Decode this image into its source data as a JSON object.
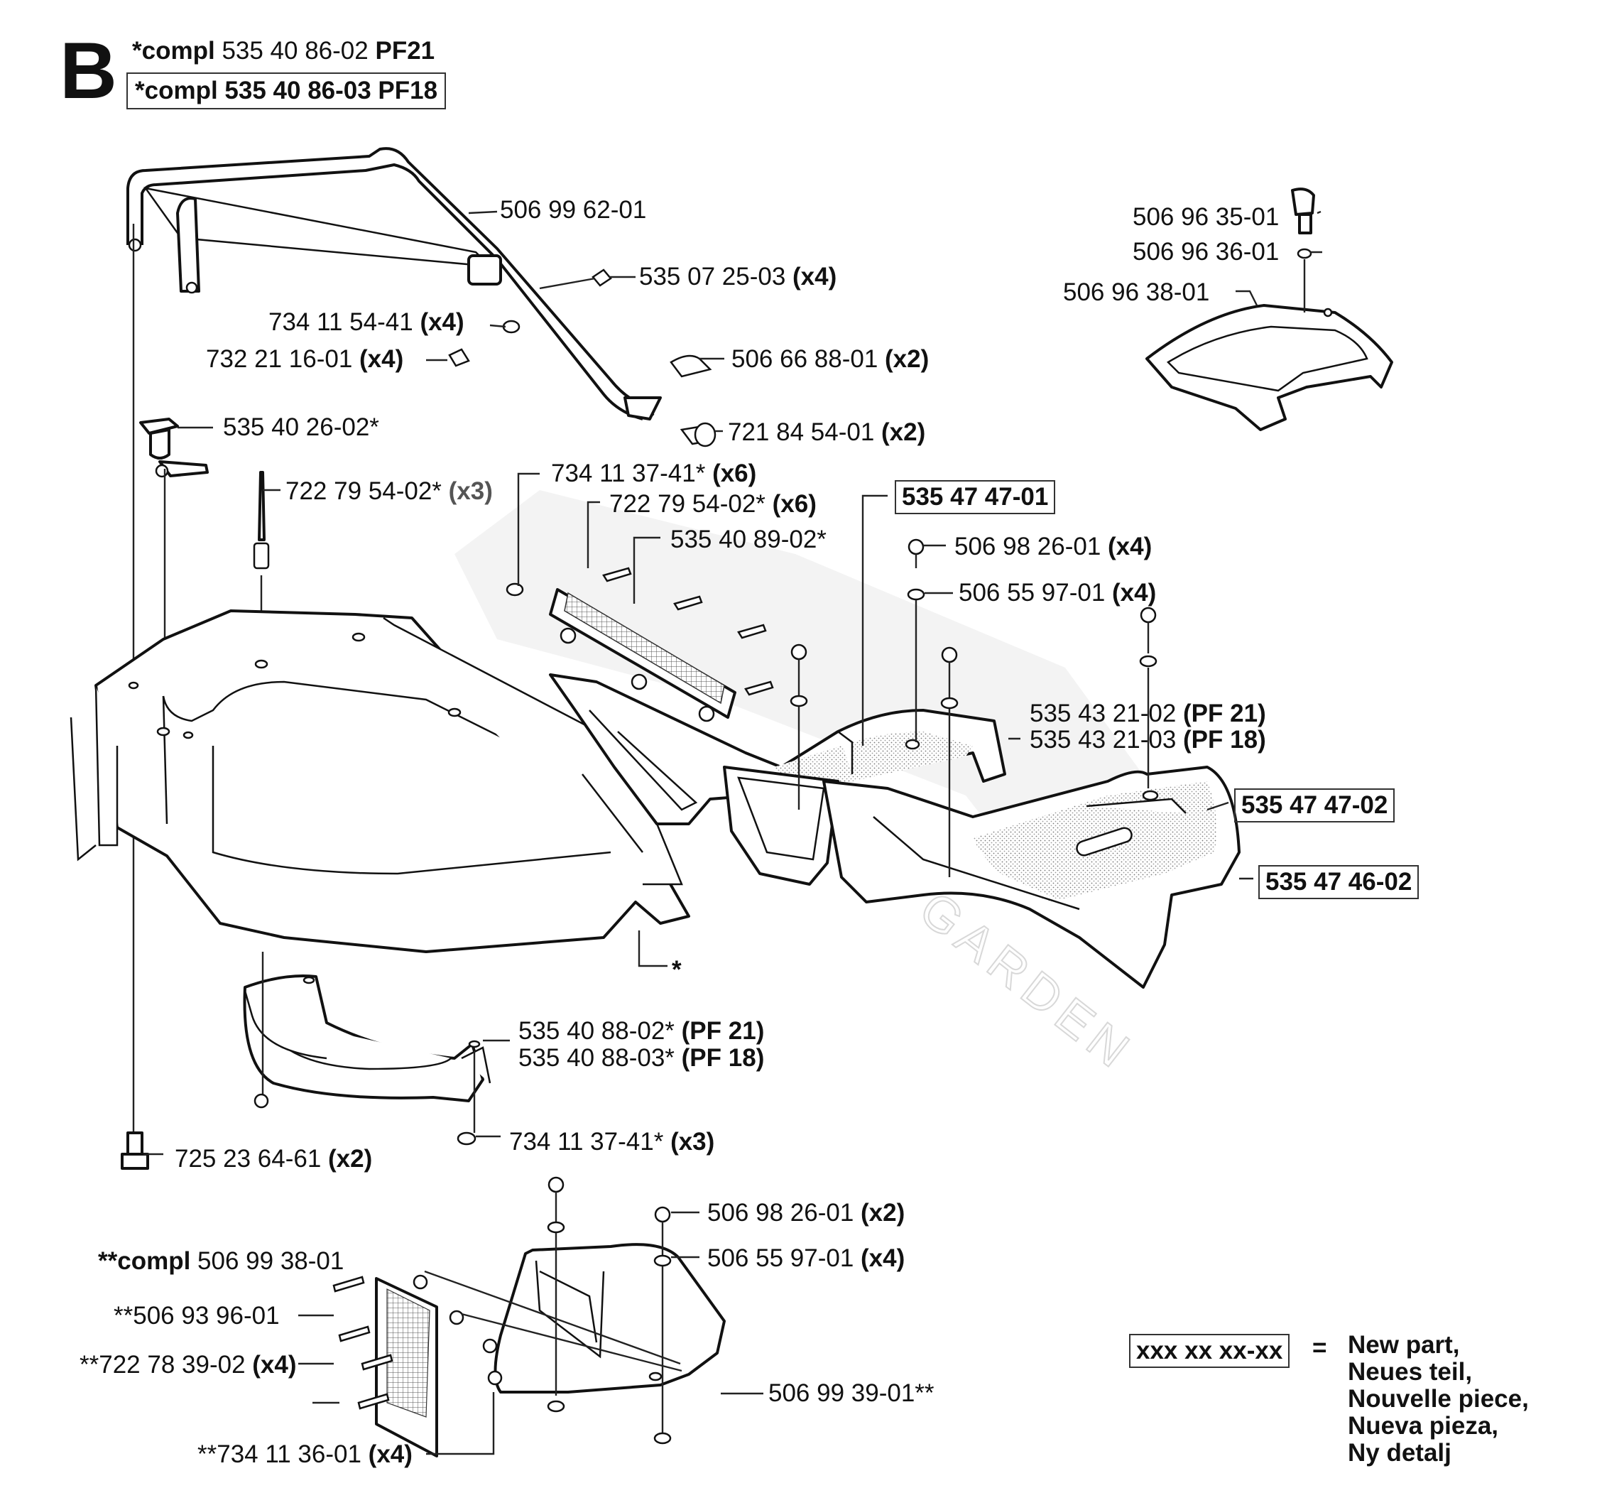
{
  "section_letter": "B",
  "header": {
    "line1_prefix": "*compl",
    "line1_number": "535 40 86-02",
    "line1_suffix": "PF21",
    "line2": "*compl 535 40 86-03 PF18"
  },
  "labels": {
    "l_506996201": {
      "num": "506 99 62-01",
      "qty": ""
    },
    "l_535072503": {
      "num": "535 07 25-03",
      "qty": "(x4)"
    },
    "l_734115441": {
      "num": "734 11 54-41",
      "qty": "(x4)"
    },
    "l_732211601": {
      "num": "732 21 16-01",
      "qty": "(x4)"
    },
    "l_506668801": {
      "num": "506 66 88-01",
      "qty": "(x2)"
    },
    "l_721845401": {
      "num": "721 84 54-01",
      "qty": "(x2)"
    },
    "l_535402602": {
      "num": "535 40 26-02*",
      "qty": ""
    },
    "l_722795402a": {
      "num": "722 79 54-02*",
      "qty": "(x3)"
    },
    "l_734113741a": {
      "num": "734 11 37-41*",
      "qty": "(x6)"
    },
    "l_722795402b": {
      "num": "722 79 54-02*",
      "qty": "(x6)"
    },
    "l_535408902": {
      "num": "535 40 89-02*",
      "qty": ""
    },
    "l_535474701": {
      "num": "535 47 47-01",
      "qty": ""
    },
    "l_506982601a": {
      "num": "506 98 26-01",
      "qty": "(x4)"
    },
    "l_506559701a": {
      "num": "506 55 97-01",
      "qty": "(x4)"
    },
    "l_535432102": {
      "num": "535 43 21-02",
      "qty": "(PF 21)"
    },
    "l_535432103": {
      "num": "535 43 21-03",
      "qty": "(PF 18)"
    },
    "l_535474702": {
      "num": "535 47 47-02",
      "qty": ""
    },
    "l_535474602": {
      "num": "535 47 46-02",
      "qty": ""
    },
    "l_star": {
      "num": "*",
      "qty": ""
    },
    "l_535408802": {
      "num": "535 40 88-02*",
      "qty": "(PF 21)"
    },
    "l_535408803": {
      "num": "535 40 88-03*",
      "qty": "(PF 18)"
    },
    "l_734113741b": {
      "num": "734 11 37-41*",
      "qty": "(x3)"
    },
    "l_725236461": {
      "num": "725 23 64-61",
      "qty": "(x2)"
    },
    "l_506963501": {
      "num": "506 96 35-01",
      "qty": ""
    },
    "l_506963601": {
      "num": "506 96 36-01",
      "qty": ""
    },
    "l_506963801": {
      "num": "506 96 38-01",
      "qty": ""
    },
    "l_506982601b": {
      "num": "506 98 26-01",
      "qty": "(x2)"
    },
    "l_506559701b": {
      "num": "506 55 97-01",
      "qty": "(x4)"
    },
    "l_compl506993801": {
      "num": "**compl",
      "qty": "506 99 38-01"
    },
    "l_506939601": {
      "num": "**506 93 96-01",
      "qty": ""
    },
    "l_722783902": {
      "num": "**722 78 39-02",
      "qty": "(x4)"
    },
    "l_734113601": {
      "num": "**734 11 36-01",
      "qty": "(x4)"
    },
    "l_506993901": {
      "num": "506 99 39-01**",
      "qty": ""
    }
  },
  "legend": {
    "sample": "xxx xx xx-xx",
    "equals": "=",
    "lines": [
      "New part,",
      "Neues teil,",
      "Nouvelle piece,",
      "Nueva pieza,",
      "Ny detalj"
    ]
  },
  "watermark": "GARDEN"
}
